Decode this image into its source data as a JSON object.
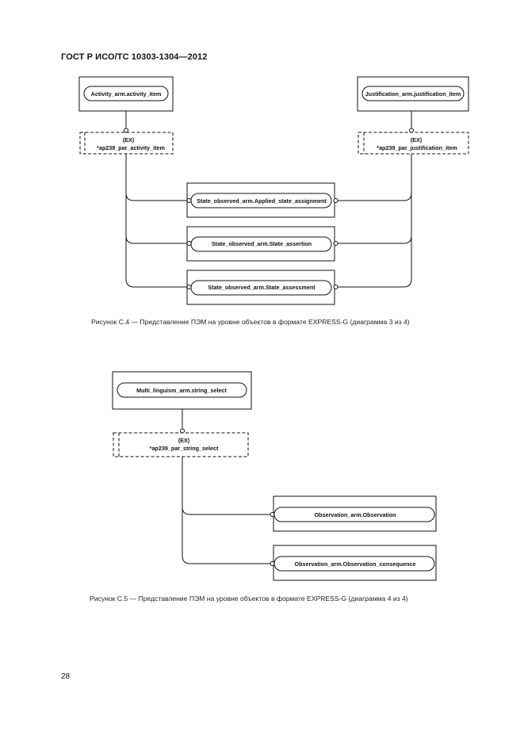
{
  "header": {
    "standard": "ГОСТ Р ИСО/ТС 10303-1304—2012"
  },
  "diagram1": {
    "left_entity": "Activity_arm.activity_item",
    "left_ex": "(EX)",
    "left_select": "*ap239_par_activity_item",
    "right_entity": "Justification_arm.justification_item",
    "right_ex": "(EX)",
    "right_select": "*ap239_par_justification_item",
    "targets": [
      "State_observed_arm.Applied_state_assignment",
      "State_observed_arm.State_assertion",
      "State_observed_arm.State_assessment"
    ],
    "caption": "Рисунок  С.4 — Представление ПЭМ на уровне объектов в формате EXPRESS-G (диаграмма 3 из 4)"
  },
  "diagram2": {
    "entity": "Multi_linguism_arm.string_select",
    "ex": "(EX)",
    "select": "*ap239_par_string_select",
    "targets": [
      "Observation_arm.Observation",
      "Observation_arm.Observation_consequence"
    ],
    "caption": "Рисунок  С.5 — Представление ПЭМ на уровне объектов в формате EXPRESS-G (диаграмма 4 из 4)"
  },
  "footer": {
    "page_number": "28"
  }
}
